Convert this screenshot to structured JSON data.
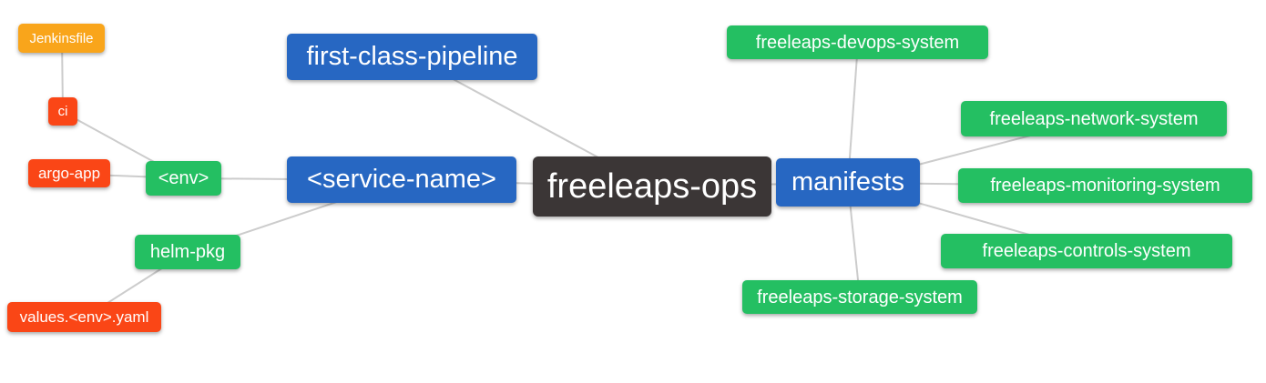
{
  "diagram": {
    "title": "freeleaps-ops mind map",
    "background_color": "#ffffff",
    "edge_color": "#cccccc",
    "text_color": "#ffffff",
    "colors": {
      "root": "#3b3636",
      "primary": "#2767c2",
      "success": "#24bf62",
      "danger": "#fa4616",
      "warning": "#f9a51b"
    },
    "nodes": [
      {
        "id": "jenkinsfile",
        "label": "Jenkinsfile",
        "role": "warning"
      },
      {
        "id": "ci",
        "label": "ci",
        "role": "danger"
      },
      {
        "id": "argo-app",
        "label": "argo-app",
        "role": "danger"
      },
      {
        "id": "env",
        "label": "<env>",
        "role": "success"
      },
      {
        "id": "helm-pkg",
        "label": "helm-pkg",
        "role": "success"
      },
      {
        "id": "values-env-yaml",
        "label": "values.<env>.yaml",
        "role": "danger"
      },
      {
        "id": "first-class-pipeline",
        "label": "first-class-pipeline",
        "role": "primary"
      },
      {
        "id": "service-name",
        "label": "<service-name>",
        "role": "primary"
      },
      {
        "id": "freeleaps-ops",
        "label": "freeleaps-ops",
        "role": "root"
      },
      {
        "id": "manifests",
        "label": "manifests",
        "role": "primary"
      },
      {
        "id": "freeleaps-devops-system",
        "label": "freeleaps-devops-system",
        "role": "success"
      },
      {
        "id": "freeleaps-network-system",
        "label": "freeleaps-network-system",
        "role": "success"
      },
      {
        "id": "freeleaps-monitoring-system",
        "label": "freeleaps-monitoring-system",
        "role": "success"
      },
      {
        "id": "freeleaps-controls-system",
        "label": "freeleaps-controls-system",
        "role": "success"
      },
      {
        "id": "freeleaps-storage-system",
        "label": "freeleaps-storage-system",
        "role": "success"
      }
    ],
    "edges": [
      {
        "from": "jenkinsfile",
        "to": "ci"
      },
      {
        "from": "ci",
        "to": "env"
      },
      {
        "from": "argo-app",
        "to": "env"
      },
      {
        "from": "env",
        "to": "service-name"
      },
      {
        "from": "helm-pkg",
        "to": "service-name"
      },
      {
        "from": "values-env-yaml",
        "to": "helm-pkg"
      },
      {
        "from": "first-class-pipeline",
        "to": "freeleaps-ops"
      },
      {
        "from": "service-name",
        "to": "freeleaps-ops"
      },
      {
        "from": "freeleaps-ops",
        "to": "manifests"
      },
      {
        "from": "manifests",
        "to": "freeleaps-devops-system"
      },
      {
        "from": "manifests",
        "to": "freeleaps-network-system"
      },
      {
        "from": "manifests",
        "to": "freeleaps-monitoring-system"
      },
      {
        "from": "manifests",
        "to": "freeleaps-controls-system"
      },
      {
        "from": "manifests",
        "to": "freeleaps-storage-system"
      }
    ]
  }
}
